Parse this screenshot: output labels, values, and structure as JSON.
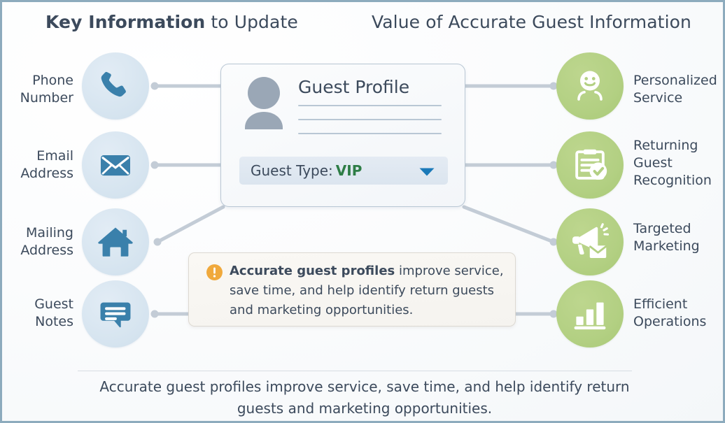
{
  "headings": {
    "left_strong": "Key Information",
    "left_light": " to Update",
    "right_strong": "Value of Accurate",
    "right_light": " Guest Information"
  },
  "left_items": [
    {
      "label_line1": "Phone",
      "label_line2": "Number",
      "icon": "phone-icon"
    },
    {
      "label_line1": "Email",
      "label_line2": "Address",
      "icon": "envelope-icon"
    },
    {
      "label_line1": "Mailing",
      "label_line2": "Address",
      "icon": "home-icon"
    },
    {
      "label_line1": "Guest",
      "label_line2": "Notes",
      "icon": "chat-bubble-icon"
    }
  ],
  "right_items": [
    {
      "label_line1": "Personalized",
      "label_line2": "Service",
      "label_line3": "",
      "icon": "smiley-person-icon"
    },
    {
      "label_line1": "Returning",
      "label_line2": "Guest",
      "label_line3": "Recognition",
      "icon": "clipboard-check-icon"
    },
    {
      "label_line1": "Targeted",
      "label_line2": "Marketing",
      "label_line3": "",
      "icon": "megaphone-envelope-icon"
    },
    {
      "label_line1": "Efficient",
      "label_line2": "Operations",
      "label_line3": "",
      "icon": "bar-chart-icon"
    }
  ],
  "card": {
    "title": "Guest Profile",
    "guest_type_label": "Guest Type:",
    "guest_type_value": "VIP",
    "avatar_icon": "user-avatar-icon",
    "dropdown_icon": "caret-down-icon"
  },
  "callout": {
    "icon": "warning-exclamation-icon",
    "bold_text": "Accurate guest profiles",
    "rest_text": " improve service, save time, and help identify return guests and marketing opportunities."
  },
  "footer": {
    "text": "Accurate guest profiles improve service, save time, and help identify return guests and marketing opportunities."
  },
  "colors": {
    "border": "#8dabbd",
    "blue_icon": "#3a80ab",
    "blue_circle": "#d7e5f0",
    "green_circle": "#b3d083",
    "text": "#3c4a5c",
    "vip_green": "#2e7d46",
    "warning_orange": "#f0a93c",
    "connector": "#c3ccd6"
  }
}
